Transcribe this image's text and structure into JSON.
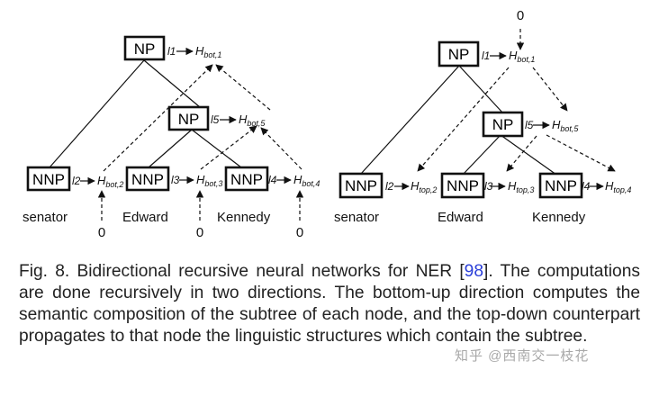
{
  "figure": {
    "left_tree": {
      "np_top": "NP",
      "np_mid": "NP",
      "nnp": [
        "NNP",
        "NNP",
        "NNP"
      ],
      "words": [
        "senator",
        "Edward",
        "Kennedy"
      ],
      "labels": [
        "l1",
        "l5",
        "l2",
        "l3",
        "l4"
      ],
      "h_base": "H",
      "h_subs": [
        "bot,1",
        "bot,5",
        "bot,2",
        "bot,3",
        "bot,4"
      ],
      "zeros": [
        "0",
        "0",
        "0"
      ]
    },
    "right_tree": {
      "np_top": "NP",
      "np_mid": "NP",
      "nnp": [
        "NNP",
        "NNP",
        "NNP"
      ],
      "words": [
        "senator",
        "Edward",
        "Kennedy"
      ],
      "labels": [
        "l1",
        "l5",
        "l2",
        "l3",
        "l4"
      ],
      "h_base": "H",
      "h_subs": [
        "bot,1",
        "bot,5",
        "top,2",
        "top,3",
        "top,4"
      ],
      "zero": "0"
    }
  },
  "caption": {
    "pre": "Fig. 8. Bidirectional recursive neural networks for NER [",
    "ref": "98",
    "post": "]. The computations are done recursively in two directions. The bottom-up direction computes the semantic composition of the subtree of each node, and the top-down counterpart propagates to that node the linguistic structures which contain the subtree."
  },
  "watermark": "知乎 @西南交一枝花"
}
